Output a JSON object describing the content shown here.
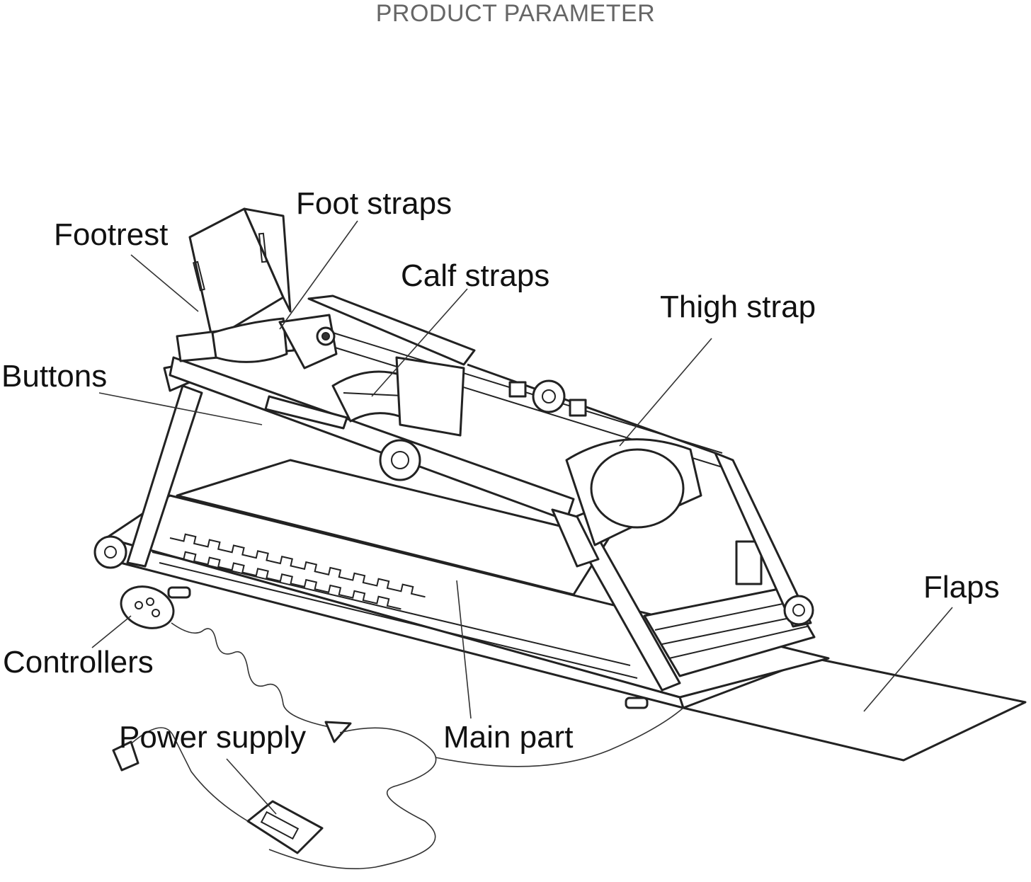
{
  "header": {
    "title": "PRODUCT PARAMETER"
  },
  "callouts": {
    "foot_straps": "Foot straps",
    "footrest": "Footrest",
    "calf_straps": "Calf straps",
    "thigh_strap": "Thigh strap",
    "buttons": "Buttons",
    "flaps": "Flaps",
    "controllers": "Controllers",
    "power_supply": "Power supply",
    "main_part": "Main part"
  },
  "colors": {
    "line": "#222222",
    "title": "#666666",
    "label": "#111111",
    "background": "#ffffff"
  }
}
